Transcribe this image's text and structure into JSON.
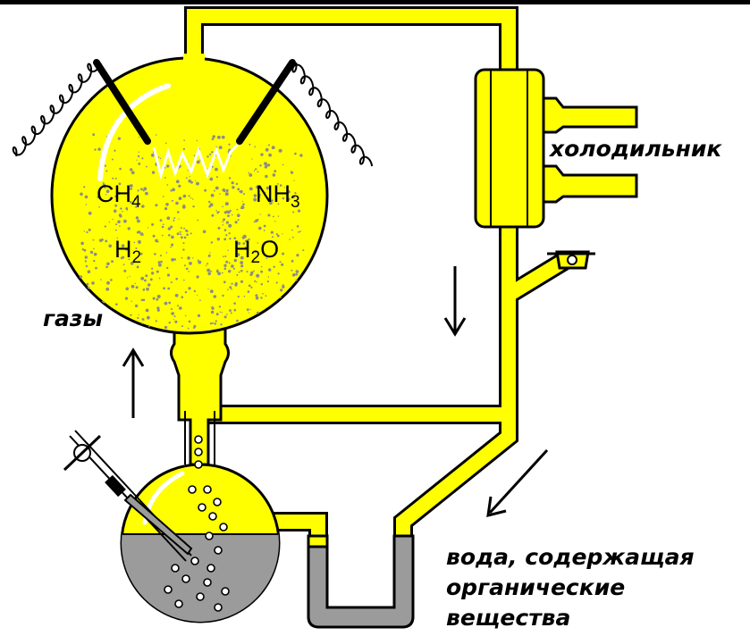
{
  "labels": {
    "condenser": "холодильник",
    "gases": "газы",
    "water_line1": "вода, содержащая",
    "water_line2": "органические",
    "water_line3": "вещества"
  },
  "formulas": [
    {
      "base": "CH",
      "sub": "4"
    },
    {
      "base": "NH",
      "sub": "3"
    },
    {
      "base": "H",
      "sub": "2"
    },
    {
      "base": "H",
      "sub": "2",
      "tail": "O"
    }
  ],
  "colors": {
    "apparatus_fill": "#ffff00",
    "outline": "#000000",
    "water": "#9b9b9b",
    "speckle": "#8c8c8c",
    "highlight": "#ffffff",
    "background": "#ffffff"
  },
  "icons": [
    "electrode-icon",
    "spark-icon",
    "coil-wire-icon",
    "stopcock-icon",
    "arrow-up-icon",
    "arrow-down-icon",
    "arrow-diagonal-icon",
    "bubble-icon"
  ]
}
